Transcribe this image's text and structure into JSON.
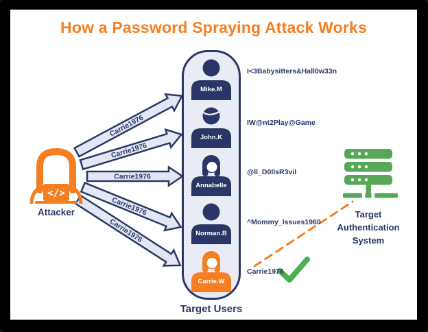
{
  "title": "How a Password Spraying Attack Works",
  "colors": {
    "accent_orange": "#f57e20",
    "navy": "#2a3666",
    "arrow_fill": "#e3e7f3",
    "panel_fill": "#e9ebf5",
    "server_green": "#58a758",
    "check_green": "#4caf50"
  },
  "attacker": {
    "label": "Attacker",
    "icon": "hacker-at-laptop-icon"
  },
  "arrows": [
    {
      "label": "Carrie1976"
    },
    {
      "label": "Carrie1976"
    },
    {
      "label": "Carrie1976"
    },
    {
      "label": "Carrie1976"
    },
    {
      "label": "Carrie1976"
    }
  ],
  "target_users": {
    "label": "Target Users",
    "users": [
      {
        "name": "Mike.M",
        "password": "I<3Babysitters&Hall0w33n",
        "avatar": "male",
        "color": "navy"
      },
      {
        "name": "John.K",
        "password": "IW@nt2Play@Game",
        "avatar": "male-hair",
        "color": "navy"
      },
      {
        "name": "Annabelle",
        "password": "@ll_D0llsR3vil",
        "avatar": "female",
        "color": "navy"
      },
      {
        "name": "Norman.B",
        "password": "^Mommy_Issues1960",
        "avatar": "male",
        "color": "navy"
      },
      {
        "name": "Carrie.W",
        "password": "Carrie1976",
        "avatar": "female",
        "color": "orange",
        "success": true
      }
    ]
  },
  "auth_system": {
    "icon": "server-stack-icon",
    "label_lines": {
      "0": "Target",
      "1": "Authentication",
      "2": "System"
    }
  },
  "result": {
    "icon": "success-checkmark-icon",
    "connection": "dashed-success-line"
  }
}
